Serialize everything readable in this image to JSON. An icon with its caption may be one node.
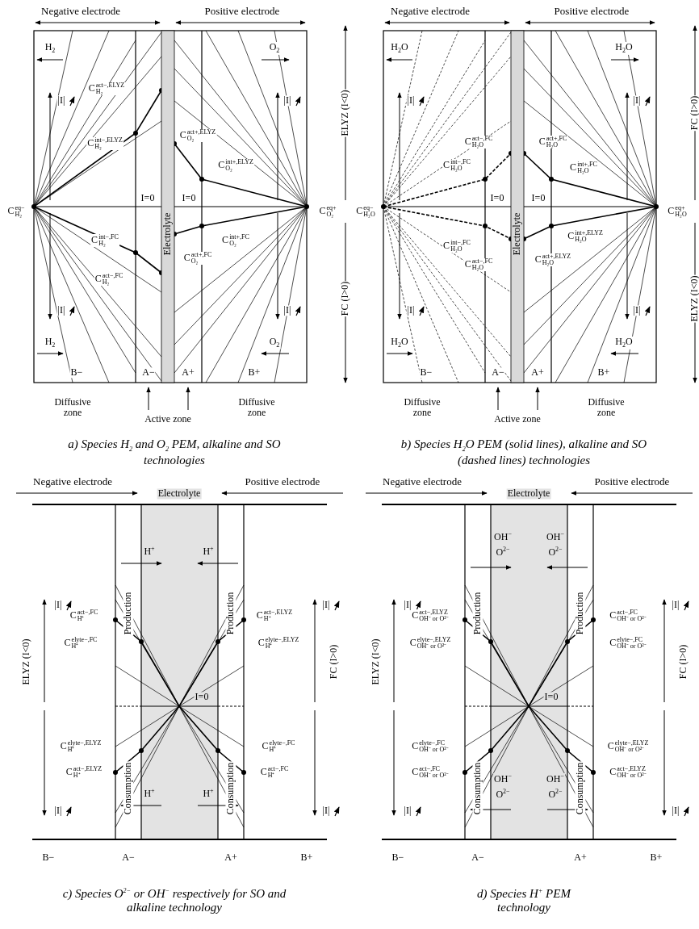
{
  "diagram": {
    "labels": [
      "Negative electrode",
      "Positive electrode",
      "H$_{2}$",
      "O$_{2}$",
      "|I|",
      "|I|",
      "C$^{act−,ELYZ}$$_{H₂}$",
      "C$^{int−,ELYZ}$$_{H₂}$",
      "C$^{act+,ELYZ}$$_{O₂}$",
      "C$^{int+,ELYZ}$$_{O₂}$",
      "C$^{eq−}$$_{H₂}$",
      "I=0",
      "I=0",
      "C$^{eq+}$$_{O₂}$",
      "Electrolyte",
      "ELYZ (I<0)",
      "FC (I>0)",
      "C$^{int−,FC}$$_{H₂}$",
      "C$^{int+,FC}$$_{O₂}$",
      "C$^{act+,FC}$$_{O₂}$",
      "C$^{act−,FC}$$_{H₂}$",
      "|I|",
      "|I|",
      "H$_{2}$",
      "O$_{2}$",
      "B−",
      "A−",
      "A+",
      "B+",
      "Diffusive zone",
      "Active zone",
      "Diffusive zone",
      "a) Species H$_{2}$ and O$_{2}$ PEM, alkaline and SO technologies",
      "Negative electrode",
      "Positive electrode",
      "H$_{2}$O",
      "H$_{2}$O",
      "|I|",
      "|I|",
      "C$^{act−,FC}$$_{H₂O}$",
      "C$^{act+,FC}$$_{H₂O}$",
      "C$^{int−,FC}$$_{H₂O}$",
      "C$^{int+,FC}$$_{H₂O}$",
      "C$^{eq−}$$_{H₂O}$",
      "I=0",
      "I=0",
      "C$^{eq+}$$_{H₂O}$",
      "Electrolyte",
      "FC (I>0)",
      "ELYZ (I<0)",
      "C$^{int+,ELYZ}$$_{H₂O}$",
      "C$^{int−,FC}$$_{H₂O}$",
      "C$^{act−,FC}$$_{H₂O}$",
      "C$^{act+,ELYZ}$$_{H₂O}$",
      "|I|",
      "|I|",
      "H$_{2}$O",
      "H$_{2}$O",
      "B−",
      "A−",
      "A+",
      "B+",
      "Diffusive zone",
      "Active zone",
      "Diffusive zone",
      "b) Species H$_{2}$O PEM (solid lines), alkaline and SO (dashed lines) technologies",
      "Negative electrode",
      "Electrolyte",
      "Positive electrode",
      "H$^{+}$",
      "H$^{+}$",
      "|I|",
      "|I|",
      "ELYZ (I<0)",
      "FC (I>0)",
      "Production",
      "Production",
      "C$^{act−,FC}$$_{H⁺}$",
      "C$^{act−,ELYZ}$$_{H⁺}$",
      "C$^{elyte−,FC}$$_{H⁺}$",
      "C$^{elyte−,ELYZ}$$_{H⁺}$",
      "I=0",
      "C$^{elyte−,ELYZ}$$_{H⁺}$",
      "C$^{elyte−,FC}$$_{H⁺}$",
      "C$^{act−,ELYZ}$$_{H⁺}$",
      "C$^{act−,FC}$$_{H⁺}$",
      "|I|",
      "|I|",
      "Consumption",
      "Consumption",
      "H$^{+}$",
      "H$^{+}$",
      "B−",
      "A−",
      "A+",
      "B+",
      "c) Species O$^{2−}$ or OH$^{−}$ respectively for SO and alkaline technology",
      "Negative electrode",
      "Electrolyte",
      "Positive electrode",
      "OH$^{−}$",
      "O$^{2−}$",
      "OH$^{−}$",
      "O$^{2−}$",
      "|I|",
      "|I|",
      "ELYZ (I<0)",
      "FC (I>0)",
      "Production",
      "Production",
      "C$^{act−,ELYZ}$$_{OH⁻ or O²⁻}$",
      "C$^{act−,FC}$$_{OH⁻ or O²⁻}$",
      "C$^{elyte−,ELYZ}$$_{OH⁻ or O²⁻}$",
      "C$^{elyte−,FC}$$_{OH⁻ or O²⁻}$",
      "I=0",
      "C$^{elyte−,FC}$$_{OH⁻ or O²⁻}$",
      "C$^{elyte−,ELYZ}$$_{OH⁻ or O²⁻}$",
      "C$^{act−,FC}$$_{OH⁻ or O²⁻}$",
      "C$^{act−,ELYZ}$$_{OH⁻ or O²⁻}$",
      "|I|",
      "|I|",
      "Consumption",
      "Consumption",
      "OH$^{−}$",
      "O$^{2−}$",
      "OH$^{−}$",
      "O$^{2−}$",
      "B−",
      "A−",
      "A+",
      "B+",
      "d) Species H$^{+}$ PEM technology"
    ]
  }
}
